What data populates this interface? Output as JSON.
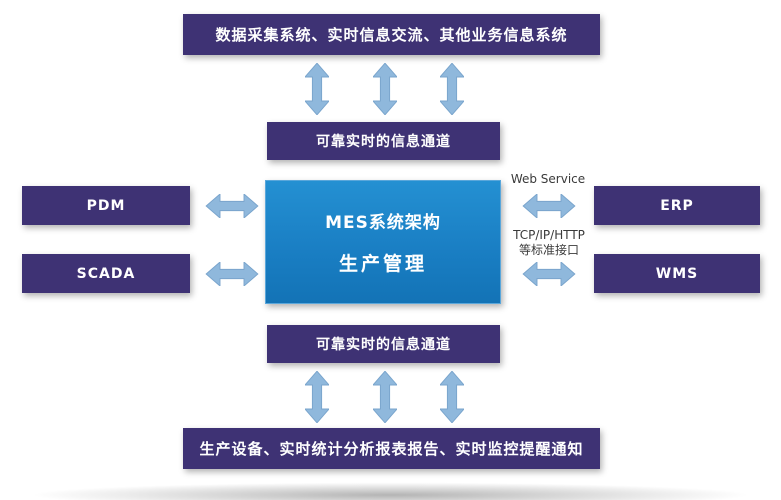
{
  "colors": {
    "dark_box": "#3e3274",
    "center_box_blue": "#1a7fc4",
    "arrow_blue": "#8fb8dc",
    "label_text": "#3a3a3a"
  },
  "boxes": {
    "top": "数据采集系统、实时信息交流、其他业务信息系统",
    "top_channel": "可靠实时的信息通道",
    "center_line1": "MES系统架构",
    "center_line2": "生产管理",
    "pdm": "PDM",
    "scada": "SCADA",
    "erp": "ERP",
    "wms": "WMS",
    "bottom_channel": "可靠实时的信息通道",
    "bottom": "生产设备、实时统计分析报表报告、实时监控提醒通知"
  },
  "labels": {
    "web_service": "Web Service",
    "tcp_line1": "TCP/IP/HTTP",
    "tcp_line2": "等标准接口"
  }
}
